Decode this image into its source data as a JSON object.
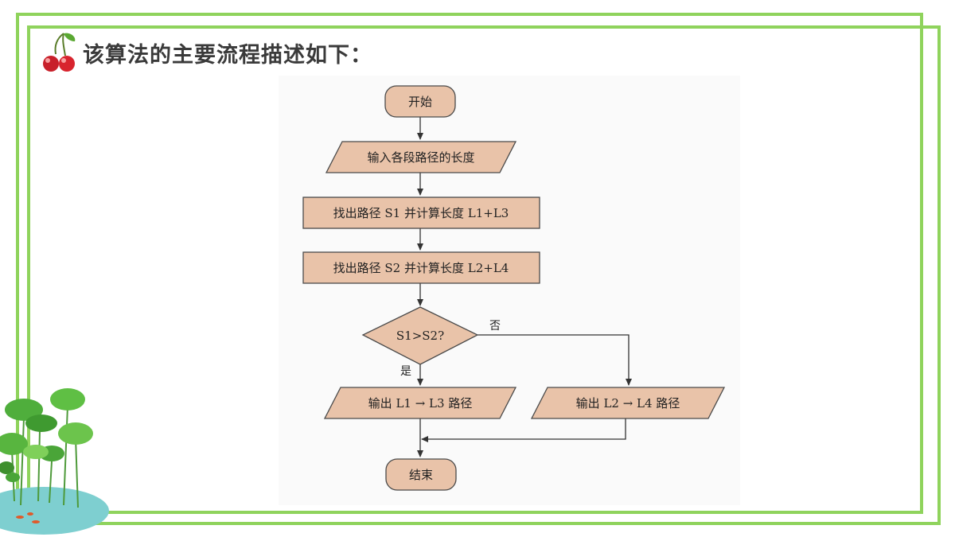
{
  "slide": {
    "title": "该算法的主要流程描述如下："
  },
  "flowchart": {
    "start": "开始",
    "input": "输入各段路径的长度",
    "step1": "找出路径 S1 并计算长度 L1+L3",
    "step2": "找出路径 S2 并计算长度 L2+L4",
    "decision": "S1>S2?",
    "yes_label": "是",
    "no_label": "否",
    "output_yes": "输出 L1 → L3 路径",
    "output_no": "输出 L2 → L4 路径",
    "end": "结束"
  },
  "colors": {
    "frame": "#8fd35c",
    "node_fill": "#e9c3a9",
    "node_stroke": "#4a4a4a"
  }
}
